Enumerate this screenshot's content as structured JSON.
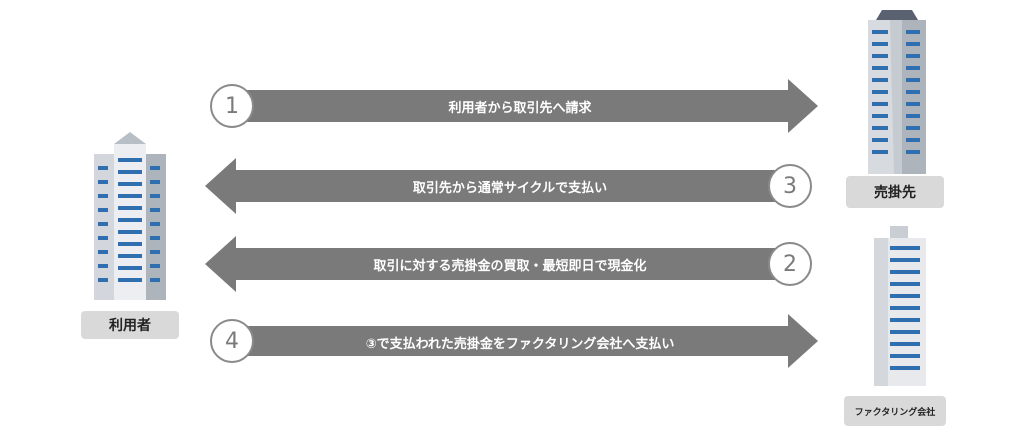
{
  "parties": {
    "user": "利用者",
    "seller": "売掛先",
    "factoring": "ファクタリング会社"
  },
  "flows": [
    {
      "step": "1",
      "label": "利用者から取引先へ請求",
      "direction": "right"
    },
    {
      "step": "3",
      "label": "取引先から通常サイクルで支払い",
      "direction": "left"
    },
    {
      "step": "2",
      "label": "取引に対する売掛金の買取・最短即日で現金化",
      "direction": "left"
    },
    {
      "step": "4",
      "label": "③で支払われた売掛金をファクタリング会社へ支払い",
      "direction": "right"
    }
  ],
  "colors": {
    "arrow": "#7a7a7a",
    "tag": "#d9d9d9",
    "circle_border": "#8a8a8a"
  }
}
